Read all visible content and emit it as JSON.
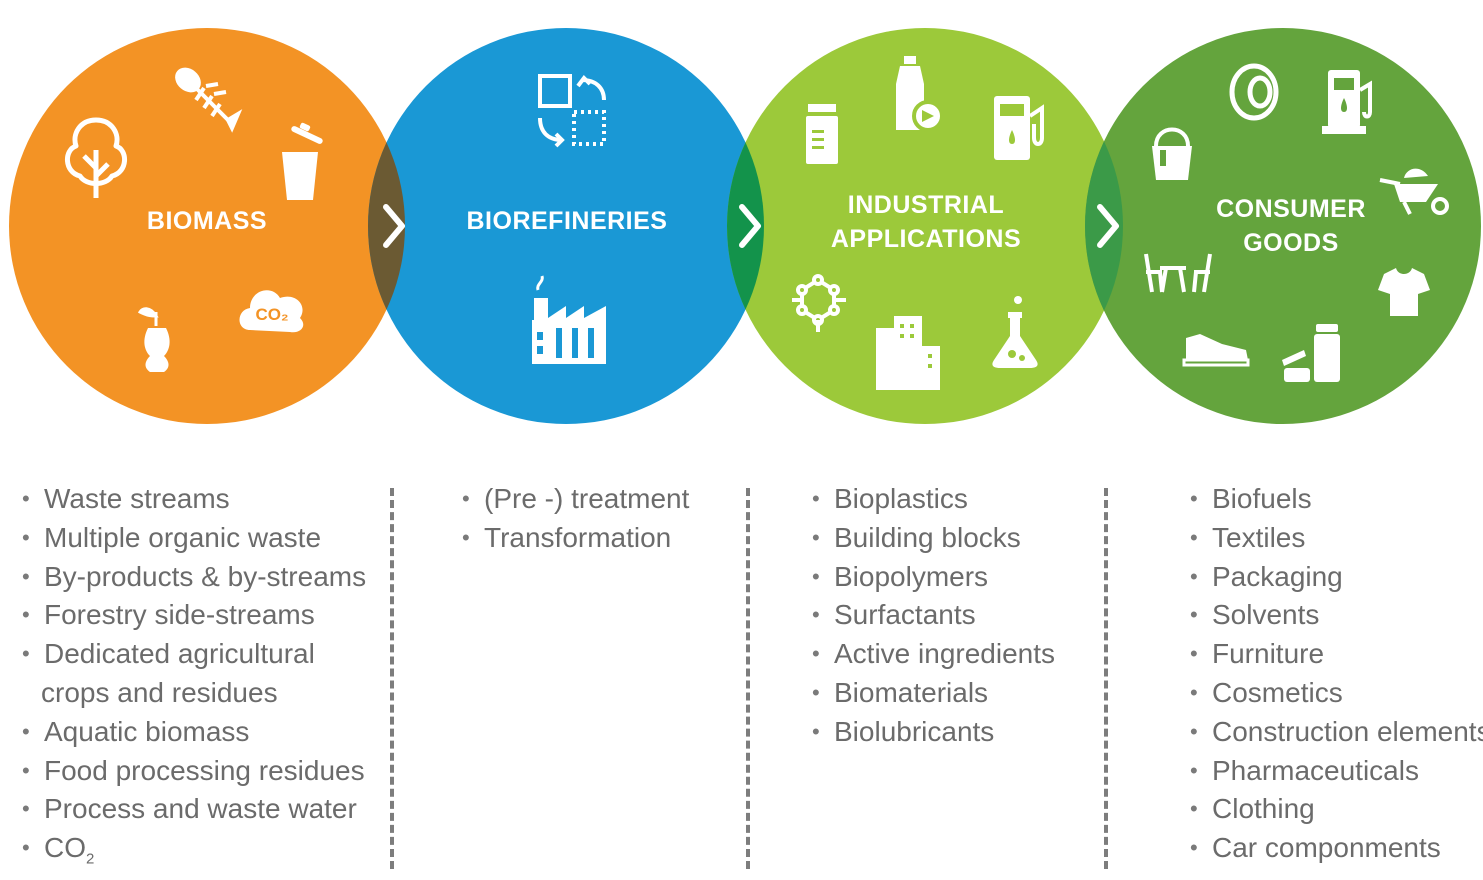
{
  "stages": [
    {
      "title": "BIOMASS",
      "color": "#f39325",
      "icons": [
        "tree-icon",
        "fish-bone-icon",
        "trash-bin-icon",
        "apple-core-icon",
        "co2-cloud-icon"
      ],
      "items": [
        "Waste streams",
        "Multiple organic waste",
        "By-products & by-streams",
        "Forestry side-streams",
        "Dedicated agricultural",
        "crops and residues",
        "Aquatic biomass",
        "Food processing residues",
        "Process and waste water",
        "CO"
      ],
      "co2_icon_text": "CO₂"
    },
    {
      "title": "BIOREFINERIES",
      "color": "#1a98d5",
      "icons": [
        "transformation-icon",
        "factory-icon"
      ],
      "items": [
        "(Pre -) treatment",
        "Transformation"
      ]
    },
    {
      "title_line1": "INDUSTRIAL",
      "title_line2": "APPLICATIONS",
      "color": "#9cc93a",
      "icons": [
        "container-icon",
        "bottle-icon",
        "fuel-pump-icon",
        "molecule-icon",
        "buildings-icon",
        "flask-icon"
      ],
      "items": [
        "Bioplastics",
        "Building blocks",
        "Biopolymers",
        "Surfactants",
        "Active ingredients",
        "Biomaterials",
        "Biolubricants"
      ]
    },
    {
      "title_line1": "CONSUMER",
      "title_line2": "GOODS",
      "color": "#64a43d",
      "icons": [
        "tire-icon",
        "fuel-pump-icon",
        "bucket-icon",
        "wheelbarrow-icon",
        "furniture-icon",
        "tshirt-icon",
        "sneaker-icon",
        "cosmetics-icon"
      ],
      "items": [
        "Biofuels",
        "Textiles",
        "Packaging",
        "Solvents",
        "Furniture",
        "Cosmetics",
        "Construction elements",
        "Pharmaceuticals",
        "Clothing",
        "Car componments"
      ]
    }
  ],
  "overlap_colors": [
    "#6b5a33",
    "#13934b",
    "#3b9a48"
  ],
  "co2_subscript": "2"
}
